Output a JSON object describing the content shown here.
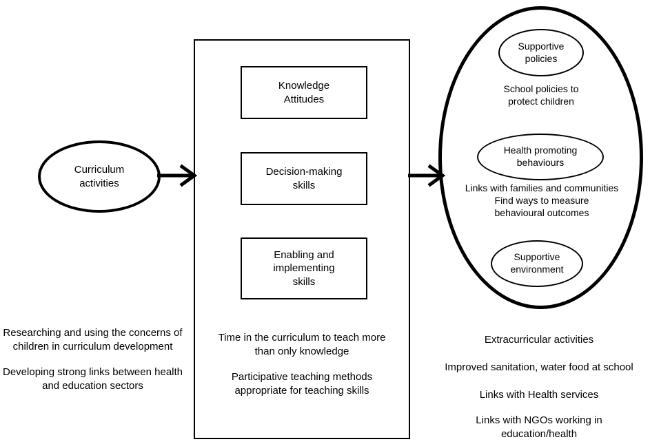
{
  "diagram": {
    "title_present": false,
    "colors": {
      "stroke": "#000000",
      "background": "#ffffff",
      "text": "#000000"
    },
    "input": {
      "ellipse_label": "Curriculum\nactivities"
    },
    "arrows": [
      {
        "name": "arrow-input-to-process",
        "label": ""
      },
      {
        "name": "arrow-process-to-outcome",
        "label": ""
      }
    ],
    "process": {
      "boxes": [
        {
          "label": "Knowledge\nAttitudes"
        },
        {
          "label": "Decision-making\nskills"
        },
        {
          "label": "Enabling and\nimplementing\nskills"
        }
      ],
      "notes": [
        "Time in the curriculum to teach more\nthan only knowledge",
        "Participative teaching methods\nappropriate for teaching skills"
      ]
    },
    "outcome": {
      "inner_ellipses": [
        {
          "label": "Supportive\npolicies"
        },
        {
          "label": "Health promoting\nbehaviours"
        },
        {
          "label": "Supportive\nenvironment"
        }
      ],
      "inner_notes": [
        "School policies to\nprotect children",
        "Links with families and  communities\nFind ways to measure\nbehavioural outcomes"
      ],
      "notes": [
        "Extracurricular activities",
        "Improved sanitation, water  food at school",
        "Links with Health services",
        "Links with NGOs working in\neducation/health"
      ]
    },
    "input_notes": [
      "Researching and using the concerns of\nchildren in curriculum development",
      "Developing strong links between health\nand education sectors"
    ]
  }
}
